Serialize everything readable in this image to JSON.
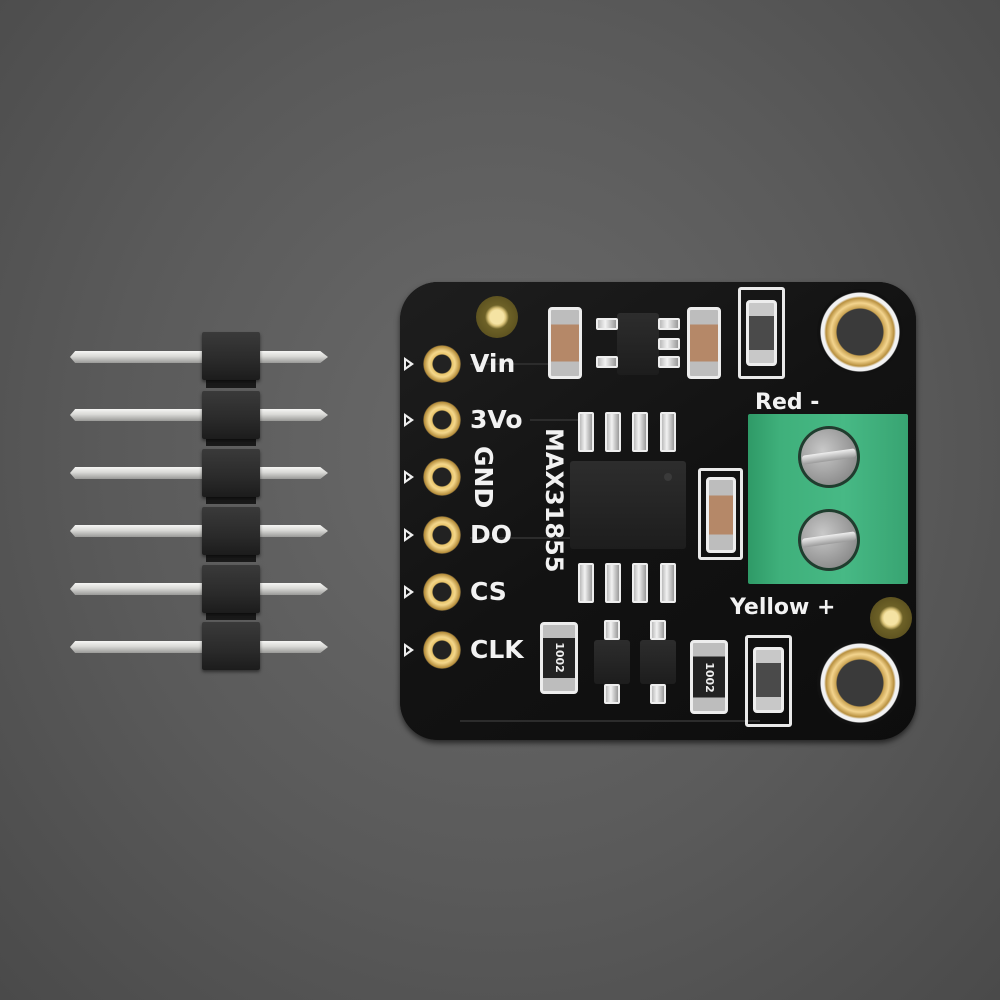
{
  "scene": {
    "description": "Product photo of a thermocouple amplifier breakout board with a 6-pin male header strip on a grey textured background",
    "background_color": "#5c5c5c",
    "board_color": "#141414",
    "terminal_block_color": "#3fb07b",
    "pad_color": "#e8c46a"
  },
  "board": {
    "chip_label": "MAX31855",
    "pins": [
      {
        "label": "Vin"
      },
      {
        "label": "3Vo"
      },
      {
        "label": "GND"
      },
      {
        "label": "DO"
      },
      {
        "label": "CS"
      },
      {
        "label": "CLK"
      }
    ],
    "terminal_labels": {
      "top": "Red -",
      "bottom": "Yellow +"
    },
    "resistor_markings": [
      "1002",
      "1002"
    ]
  },
  "header": {
    "pin_count": 6
  }
}
